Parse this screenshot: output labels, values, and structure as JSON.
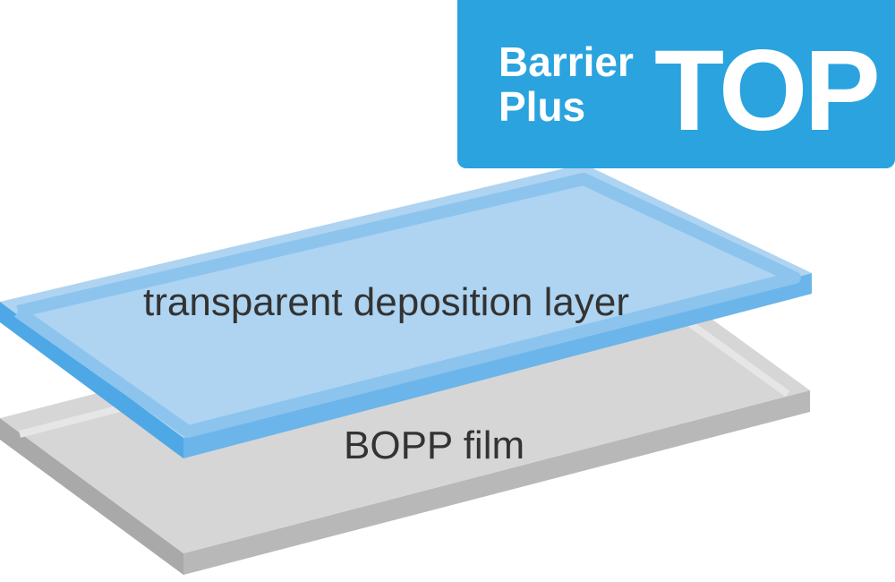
{
  "badge": {
    "line1": "Barrier",
    "line2": "Plus",
    "highlight": "TOP"
  },
  "layers": {
    "top_label": "transparent deposition layer",
    "bottom_label": "BOPP film"
  },
  "colors": {
    "badge": "#2aa3df",
    "deposition_face": "#aed4f1",
    "deposition_edge": "#6bb5ea",
    "film_face": "#d6d6d6",
    "film_edge": "#b3b3b3",
    "label_text": "#333333"
  }
}
